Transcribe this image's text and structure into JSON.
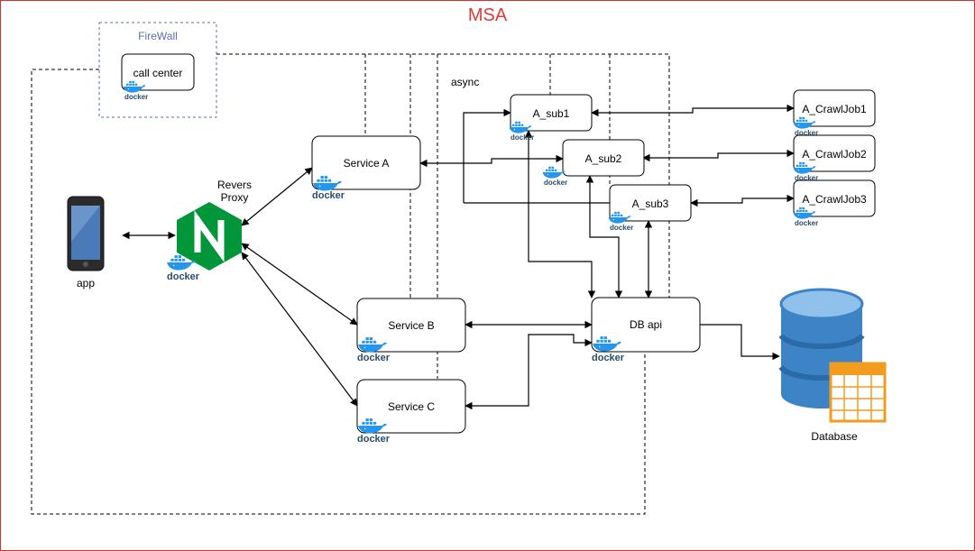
{
  "title": "MSA",
  "firewall": {
    "label": "FireWall"
  },
  "async_label": "async",
  "reverse_proxy_label_line1": "Revers",
  "reverse_proxy_label_line2": "Proxy",
  "docker_text": "docker",
  "nodes": {
    "call_center": "call center",
    "service_a": "Service A",
    "service_b": "Service B",
    "service_c": "Service C",
    "a_sub1": "A_sub1",
    "a_sub2": "A_sub2",
    "a_sub3": "A_sub3",
    "db_api": "DB api",
    "crawl1": "A_CrawlJob1",
    "crawl2": "A_CrawlJob2",
    "crawl3": "A_CrawlJob3",
    "app": "app",
    "database": "Database"
  },
  "colors": {
    "frame": "#d32f2f",
    "title": "#e53935",
    "firewall": "#5a6fa8",
    "nginx": "#009639",
    "docker": "#2496ed",
    "db_blue": "#3d84c6",
    "db_table": "#f29c1f"
  }
}
